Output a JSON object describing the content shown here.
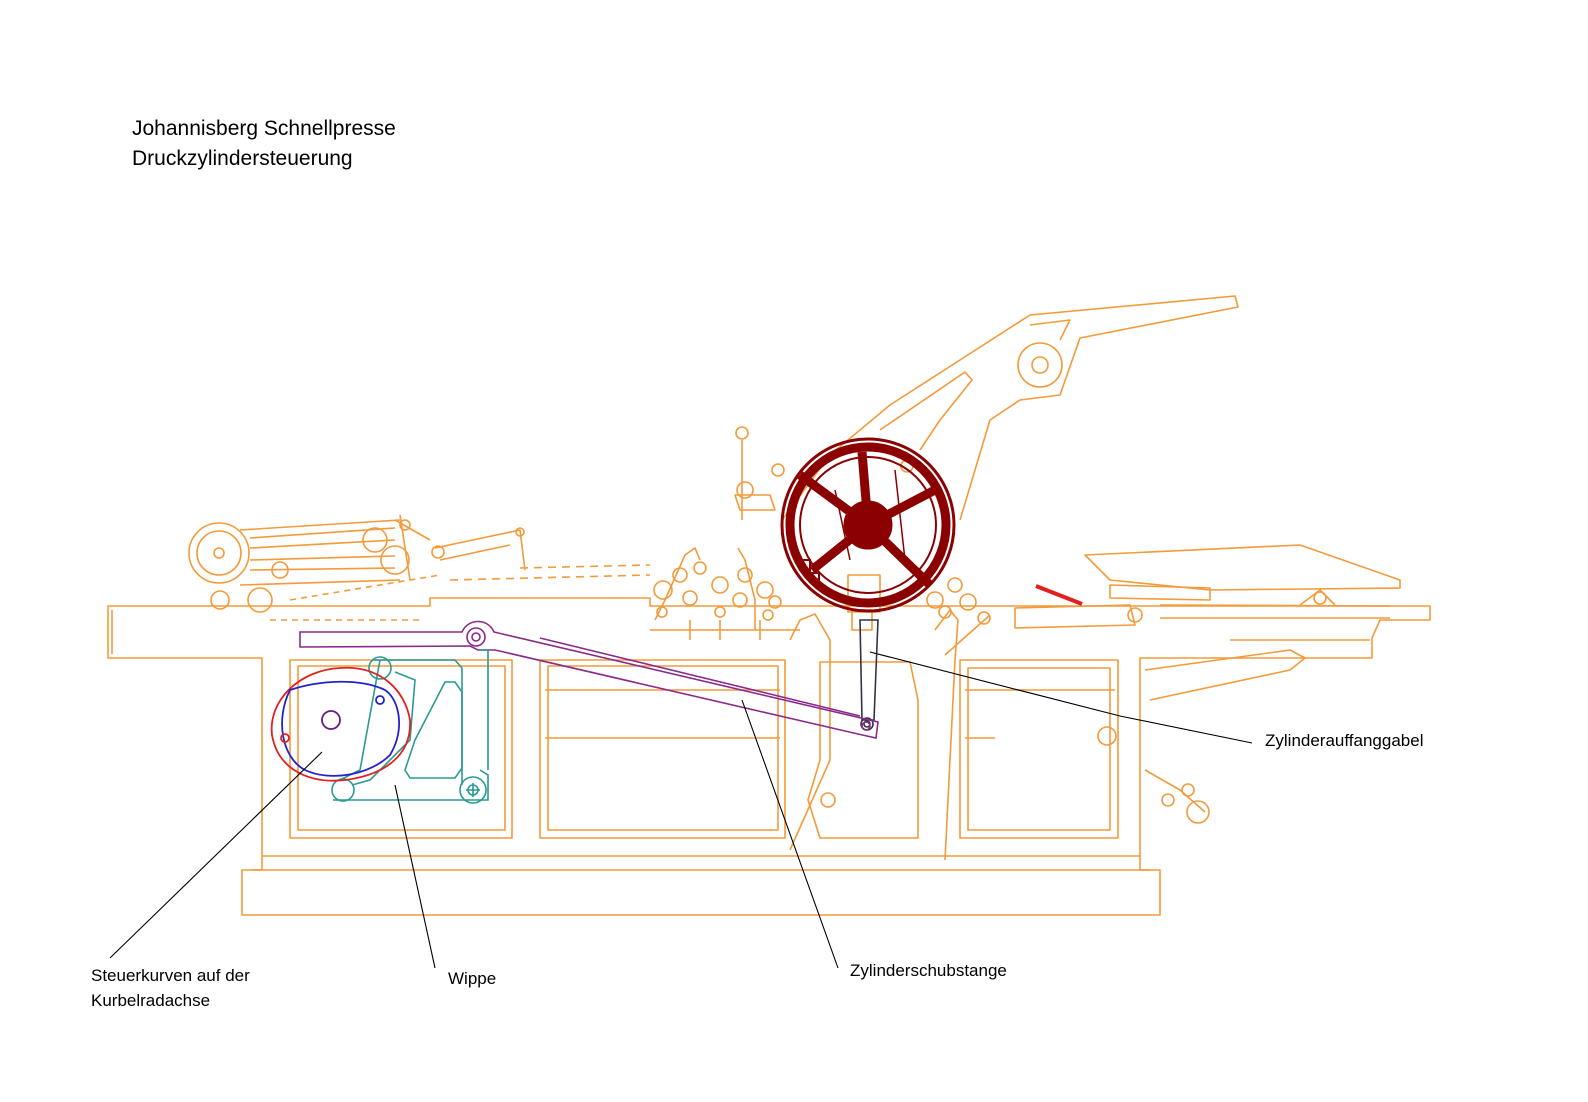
{
  "title": {
    "line1": "Johannisberg Schnellpresse",
    "line2": "Druckzylindersteuerung"
  },
  "labels": {
    "zylinderauffanggabel": "Zylinderauffanggabel",
    "zylinderschubstange": "Zylinderschubstange",
    "wippe": "Wippe",
    "steuerkurven_line1": "Steuerkurven auf der",
    "steuerkurven_line2": "Kurbelradachse"
  },
  "colors": {
    "frame": "#f39a3a",
    "cylinder": "#8b0000",
    "push_rod": "#8b2a8b",
    "rocker": "#2a9a92",
    "cam_red": "#e32020",
    "cam_blue": "#2222cc",
    "leader": "#000000"
  }
}
